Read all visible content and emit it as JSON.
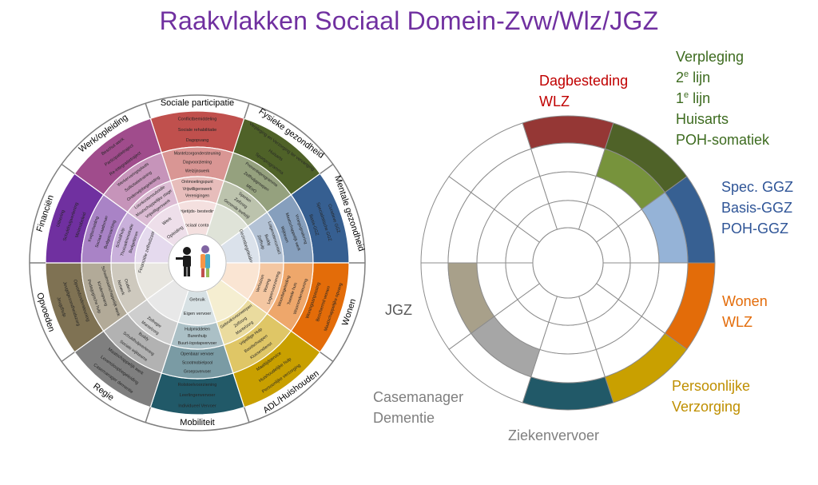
{
  "title": "Raakvlakken Sociaal Domein-Zvw/Wlz/JGZ",
  "left_wheel": {
    "sectors": [
      {
        "name": "Sociale participatie",
        "color": "#c0504d",
        "items": [
          "Conflictbemiddeling",
          "Sociale rehabilitatie",
          "Dagopvang",
          "Mantelzorgondersteuning",
          "Dagvoorziening",
          "Welzijnswerk",
          "Ontmoetingspunt",
          "Vrijwilligerswerk",
          "Verenigingen",
          "Vrijetijds- besteding",
          "Sociaal contact"
        ]
      },
      {
        "name": "Fysieke gezondheid",
        "color": "#4f6228",
        "items": [
          "Verpleging en Verzorging ter vervanging",
          "Huisarts",
          "Sportprogramma",
          "Preventieprogramma",
          "Zelfhulpgroepen",
          "MEeO",
          "Sporten",
          "Zelfzorg",
          "Gezonde leefstijl"
        ]
      },
      {
        "name": "Mentale gezondheid",
        "color": "#365f91",
        "items": [
          "Curatieve GGZ",
          "Specialistische GGZ",
          "Basis-GGZ",
          "Vroegsignalering",
          "Maatschappelijk werk",
          "Wijkteam",
          "Lotgenotencontact",
          "Buddy",
          "Zelfhulp",
          "Gezinsbegeleiding"
        ]
      },
      {
        "name": "Wonen",
        "color": "#e36c09",
        "items": [
          "Maatschappelijke opvang",
          "Beschermd wonen",
          "Woningaanpassing",
          "Woonondersteuning",
          "Tweede huis",
          "Woonbegeleiding",
          "Logeervoorziening",
          "Woning",
          "Verhuizen"
        ]
      },
      {
        "name": "ADL/Huishouden",
        "color": "#c9a000",
        "items": [
          "Persoonlijke verzorging",
          "Huishoudelijke hulp",
          "Maaltijdservice",
          "Klussendienst",
          "Boodschappen",
          "Vrijwillige Hulp",
          "Mantelzorg",
          "Zelfzorg",
          "Gebruiksvoorwerpen"
        ]
      },
      {
        "name": "Mobiliteit",
        "color": "#215968",
        "items": [
          "Individueel Vervoer",
          "Leerlingenvervoer",
          "Rolstoelvoorziening",
          "Groepsvervoer",
          "Scootmobielpool",
          "Openbaar vervoer",
          "Buurt-/opstapvervoer",
          "Burenhulp",
          "Hulpmiddelen",
          "Eigen vervoer",
          "Gebruik"
        ]
      },
      {
        "name": "Regie",
        "color": "#7f7f7f",
        "items": [
          "Casemanager dementie",
          "Levensloopbegeleiding",
          "Maatschappelijk werk",
          "Sociale wijkteams",
          "Schuldhulpverlening",
          "Buddy",
          "Mantelzorg",
          "Zelfregie"
        ]
      },
      {
        "name": "Opvoeden",
        "color": "#7f7253",
        "items": [
          "Jeugdhulp",
          "Jeugdgezondheidszorg",
          "Opvoedondersteuning",
          "Pedagogische hulp",
          "Kinderopvang",
          "Schoolmaatschappelijk werk",
          "Netwerk",
          "Ouders"
        ]
      },
      {
        "name": "Financiën",
        "color": "#7030a0",
        "items": [
          "Uitkering",
          "Schuldhulpverlening",
          "Minimabeleid",
          "Kwijtschelding",
          "Sociaal raadsman",
          "Budgetcoaching",
          "Schuldhulp",
          "Thuisadministratie",
          "Budgetteren",
          "Financiële zelfredzaamheid"
        ]
      },
      {
        "name": "Werk/opleiding",
        "color": "#a04c8c",
        "items": [
          "Beschut werk",
          "Participatietraject",
          "Re-integratietraject",
          "Werkervaringsplaats",
          "Sollicitatietraining",
          "Onderwijsbegeleiding",
          "Loonkostensubsidie",
          "Maatschappelijke stage",
          "Vrijwilligerswerk",
          "Werk",
          "Opleiding"
        ]
      }
    ]
  },
  "right_wheel": {
    "labels": {
      "dagbesteding": [
        "Dagbesteding",
        "WLZ"
      ],
      "verpleging": [
        "Verpleging",
        "2",
        "e",
        " lijn",
        "1",
        "e",
        " lijn",
        "Huisarts",
        "POH-somatiek"
      ],
      "ggz": [
        "Spec. GGZ",
        "Basis-GGZ",
        "POH-GGZ"
      ],
      "wonen": [
        "Wonen",
        "WLZ"
      ],
      "persoonlijke": [
        "Persoonlijke",
        "Verzorging"
      ],
      "ziekenvervoer": "Ziekenvervoer",
      "casemanager": [
        "Casemanager",
        "Dementie"
      ],
      "jgz": "JGZ"
    },
    "colors": {
      "red": "#953735",
      "green_dark": "#4f6228",
      "green_light": "#77933c",
      "blue": "#376092",
      "blue_light": "#95b3d7",
      "orange": "#e36c09",
      "yellow": "#c9a000",
      "teal": "#215968",
      "gray": "#a6a6a6",
      "olive": "#a8a08a"
    }
  }
}
